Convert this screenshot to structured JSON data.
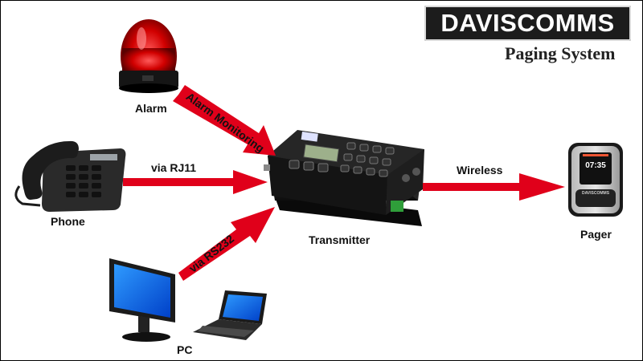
{
  "logo": {
    "brand": "DAVISCOMMS",
    "subtitle": "Paging System"
  },
  "nodes": {
    "alarm": "Alarm",
    "phone": "Phone",
    "pc": "PC",
    "transmitter": "Transmitter",
    "pager": "Pager"
  },
  "edges": {
    "alarm_monitoring": "Alarm Monitoring",
    "rj11": "via RJ11",
    "rs232": "via RS232",
    "wireless": "Wireless"
  },
  "pager_screen": {
    "time": "07:35",
    "brand": "DAVISCOMMS"
  },
  "colors": {
    "arrow": "#e0001a",
    "logo_bg": "#1c1c1c",
    "screen": "#111111"
  }
}
